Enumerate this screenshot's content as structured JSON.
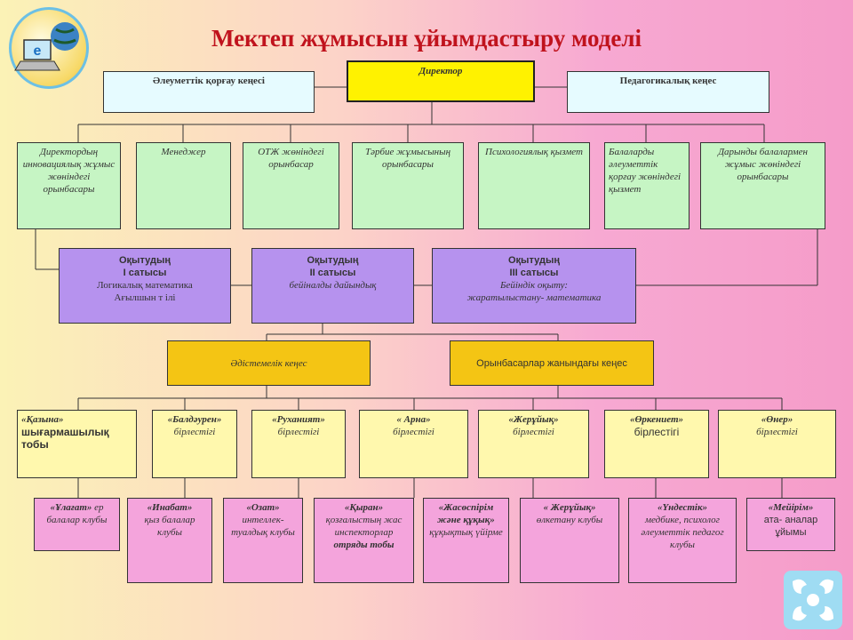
{
  "title": "Мектеп  жұмысын ұйымдастыру моделі",
  "top": {
    "director": "Директор",
    "social": "Әлеуметтік қорғау кеңесі",
    "pedagogical": "Педагогикалық  кеңес"
  },
  "deputies": [
    "Директордың инновациялық жұмыс жөніндегі орынбасары",
    "Менеджер",
    "ОТЖ жөніндегі орынбасар",
    "Тәрбие жұмысының орынбасары",
    "Психологиялық қызмет",
    "Балаларды әлеуметтік қорғау жөніндегі қызмет",
    "Дарынды балалармен жұмыс жөніндегі орынбасары"
  ],
  "levels": [
    {
      "title": "Оқытудың",
      "stage": "I сатысы",
      "line1": "Логикалық математика",
      "line2": "Ағылшын т ілі"
    },
    {
      "title": "Оқытудың",
      "stage": "II сатысы",
      "line1": "бейіналды дайындық",
      "line2": ""
    },
    {
      "title": "Оқытудың",
      "stage": "III сатысы",
      "line1": "Бейіндік оқыту:",
      "line2": "жаратылыстану-  математика"
    }
  ],
  "councils": {
    "method": "Әдістемелік кеңес",
    "deputies": "Орынбасарлар жанындағы кеңес"
  },
  "associations": [
    {
      "name": "«Қазына»",
      "text": "шығармашылық тобы"
    },
    {
      "name": "«Балдәурен»",
      "text": "бірлестігі"
    },
    {
      "name": "«Руханият»",
      "text": "бірлестігі"
    },
    {
      "name": "« Арна»",
      "text": "бірлестігі"
    },
    {
      "name": "«Жерұйық»",
      "text": "бірлестігі"
    },
    {
      "name": "«Өркениет»",
      "text": "бірлестігі"
    },
    {
      "name": "«Өнер»",
      "text": "бірлестігі"
    }
  ],
  "clubs": [
    {
      "name": "«Ұлағат»",
      "text": "ер балалар клубы"
    },
    {
      "name": "«Инабат»",
      "text": "қыз балалар клубы"
    },
    {
      "name": "«Озат»",
      "text": "интеллек-туалдық клубы"
    },
    {
      "name": "«Қыран»",
      "text": "қозғалыстың жас инспекторлар",
      "bold": "отряды тобы"
    },
    {
      "name": "«Жасөспірім және құқық»",
      "text": "құқықтық үйірме"
    },
    {
      "name": "« Жерұйық»",
      "text": "өлкетану клубы"
    },
    {
      "name": "«Үндестік»",
      "text": "медбике, психолог әлеуметтік педагог клубы"
    },
    {
      "name": "«Мейірім»",
      "text": "ата- аналар ұйымы"
    }
  ]
}
